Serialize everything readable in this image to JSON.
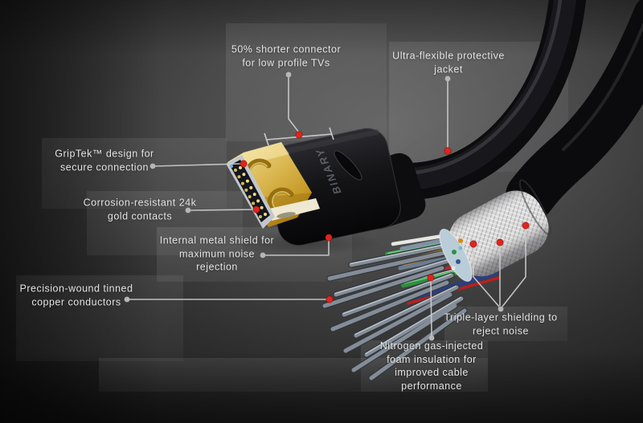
{
  "figure": {
    "kind": "cable-feature-callout-diagram"
  },
  "brand": {
    "logo_text": "BINARY"
  },
  "callouts": [
    {
      "id": "shorter-connector",
      "label": "50% shorter connector\nfor low profile TVs"
    },
    {
      "id": "flexible-jacket",
      "label": "Ultra-flexible protective\njacket"
    },
    {
      "id": "griptek-design",
      "label": "GripTek™ design for\nsecure connection"
    },
    {
      "id": "gold-contacts",
      "label": "Corrosion-resistant 24k\ngold contacts"
    },
    {
      "id": "internal-shield",
      "label": "Internal metal shield for\nmaximum noise\nrejection"
    },
    {
      "id": "copper-conductors",
      "label": "Precision-wound tinned\ncopper conductors"
    },
    {
      "id": "triple-shielding",
      "label": "Triple-layer shielding to\nreject noise"
    },
    {
      "id": "foam-insulation",
      "label": "Nitrogen gas-injected\nfoam insulation for\nimproved cable\nperformance"
    }
  ],
  "colors": {
    "text": "#e3e3e3",
    "leader_line": "#cdcdcd",
    "marker_gray": "#b6b6b6",
    "marker_red": "#e2231d",
    "connector_gold": "#d9b64f",
    "braid_silver": "#dcdcdc",
    "wire_green": "#2f9e44",
    "wire_orange": "#dd8f1c",
    "wire_blue": "#2b3f7e",
    "wire_red": "#c32222",
    "jacket_black": "#0c0c0e"
  }
}
